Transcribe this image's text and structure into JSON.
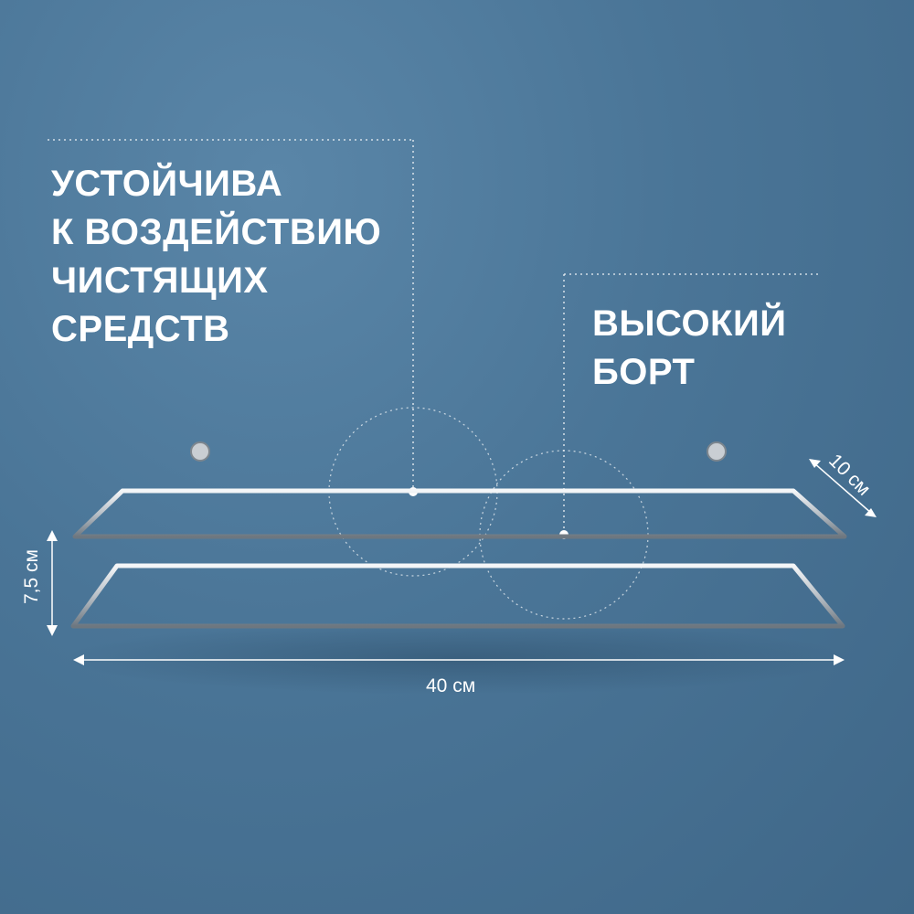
{
  "features": {
    "cleaning_resistance": {
      "lines": [
        "УСТОЙЧИВА",
        "К ВОЗДЕЙСТВИЮ",
        "ЧИСТЯЩИХ",
        "СРЕДСТВ"
      ]
    },
    "high_rim": {
      "lines": [
        "ВЫСОКИЙ",
        "БОРТ"
      ]
    }
  },
  "dimensions": {
    "width": "40 см",
    "height": "7,5 см",
    "depth": "10 см"
  },
  "colors": {
    "background": "#4a7597",
    "text": "#ffffff",
    "chrome": "#d9dde1"
  },
  "product": {
    "object": "chrome wire wall shelf",
    "icon": "shelf-icon"
  }
}
